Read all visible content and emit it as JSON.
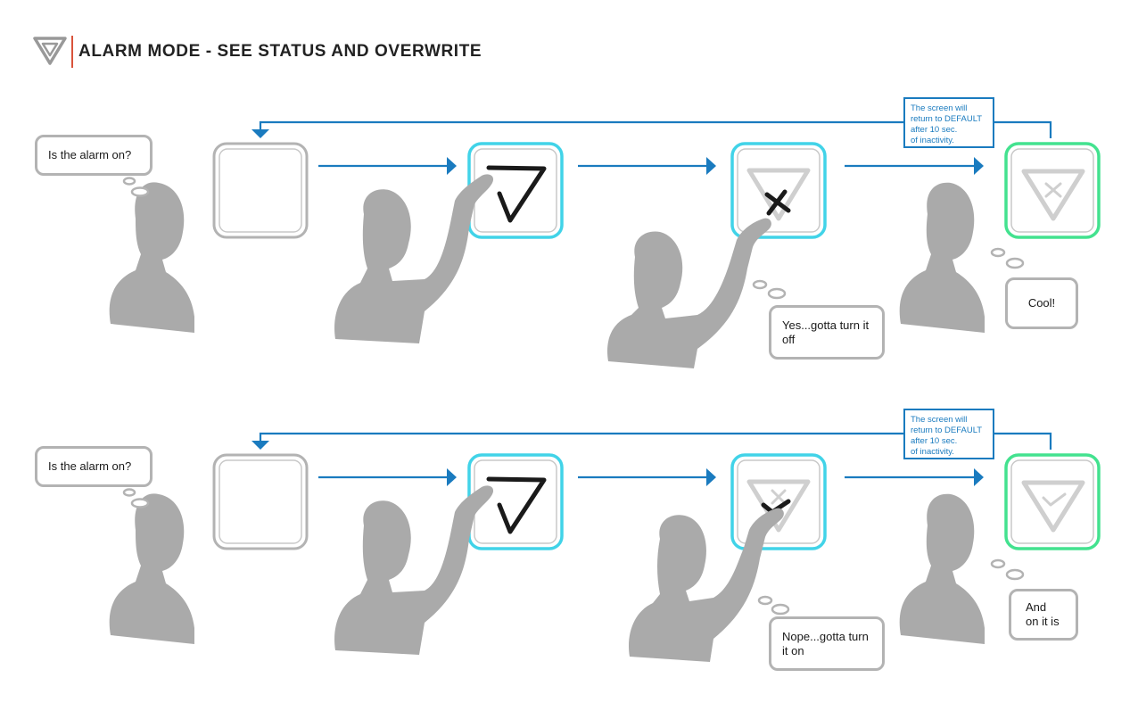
{
  "header": {
    "title": "ALARM MODE - SEE STATUS AND OVERWRITE"
  },
  "colors": {
    "arrow": "#1a7bbf",
    "silhouette": "#aaaaaa",
    "screen_default": "#b3b3b3",
    "screen_active": "#41d3e8",
    "screen_confirmed": "#43e28f",
    "title_divider": "#d9533b"
  },
  "scenario_off": {
    "question": "Is the alarm on?",
    "note_lines": [
      "The screen will",
      "return to DEFAULT",
      "after 10 sec.",
      "of inactivity."
    ],
    "reply": "Yes...gotta turn it off",
    "confirmation": "Cool!",
    "screens": [
      "blank-screen",
      "alarm-on-screen",
      "alarm-off-gesture-screen",
      "alarm-off-screen"
    ]
  },
  "scenario_on": {
    "question": "Is the alarm on?",
    "note_lines": [
      "The screen will",
      "return to DEFAULT",
      "after 10 sec.",
      "of inactivity."
    ],
    "reply": "Nope...gotta turn it on",
    "confirmation": "And on it is",
    "screens": [
      "blank-screen",
      "alarm-on-screen",
      "alarm-on-gesture-screen",
      "alarm-on-confirmed-screen"
    ]
  }
}
